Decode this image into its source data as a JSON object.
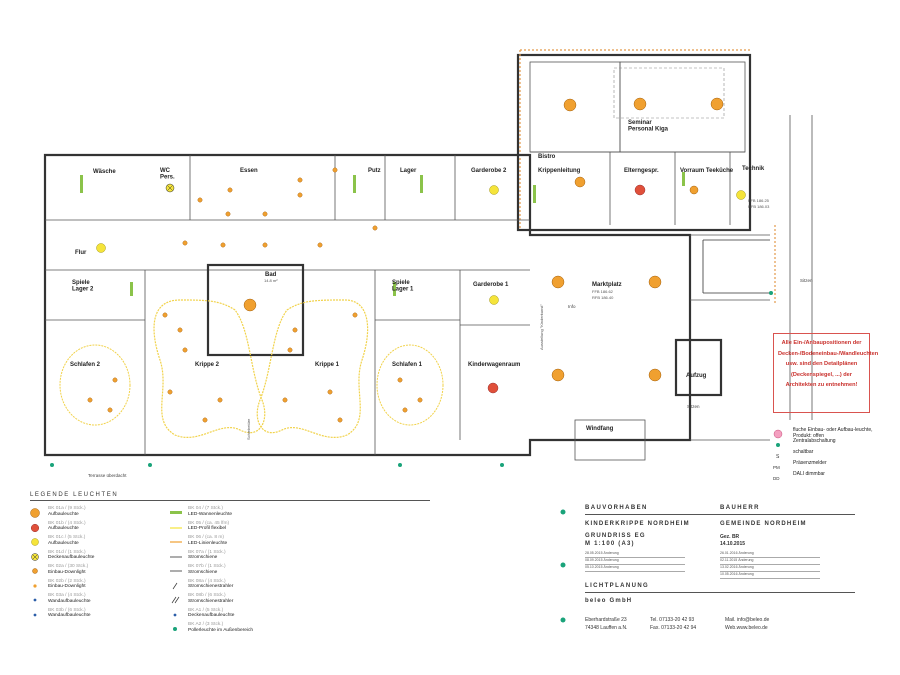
{
  "rooms": {
    "waesche": "Wäsche",
    "wc_pers": "WC\nPers.",
    "essen": "Essen",
    "putz": "Putz",
    "lager": "Lager",
    "garderobe2": "Garderobe 2",
    "bistro": "Bistro",
    "krippenleitung": "Krippenleitung",
    "elterngespr": "Elterngespr.",
    "vorraum_teekueche": "Vorraum Teeküche",
    "technik": "Technik",
    "seminar": "Seminar\nPersonal Kiga",
    "flur": "Flur",
    "spiele_lager2": "Spiele\nLager 2",
    "bad": "Bad",
    "bad_area": "14.8 m²",
    "spiele_lager1": "Spiele\nLager 1",
    "garderobe1": "Garderobe 1",
    "marktplatz": "Marktplatz",
    "marktplatz_ffb": "FFB 186.62",
    "marktplatz_rfb": "RFB 186.40",
    "info": "Info",
    "schlafen2": "Schlafen 2",
    "krippe2": "Krippe 2",
    "krippe1": "Krippe 1",
    "schlafen1": "Schlafen 1",
    "kinderwagenraum": "Kinderwagenraum",
    "aufzug": "Aufzug",
    "windfang": "Windfang",
    "sitzen": "Sitzen",
    "sitzen2": "Sitzen",
    "terrasse": "Terrasse überdacht",
    "schiebetuere": "Schiebetüre",
    "ausstellung": "Ausstellung \"Kinderkunst\"",
    "technik_ffb": "FFB 186.25",
    "technik_rfb": "RFB 186.03"
  },
  "note": "Alle Ein-/Anbaupositionen der Decken-/Bodeneinbau-/Wandleuchten usw. sind den Detailplänen (Deckenspiegel, ...) der Architekten zu entnehmen!",
  "side_legend": [
    {
      "sym": "pink-circle",
      "text": "fluche Einbau- oder Aufbau-leuchte, Produkt: offen"
    },
    {
      "sym": "green-dot",
      "text": "Zentralabschaltung"
    },
    {
      "sym": "s",
      "text": "schaltbar"
    },
    {
      "sym": "pm",
      "text": "Präsenzmelder"
    },
    {
      "sym": "dd",
      "text": "DALI dimmbar"
    }
  ],
  "legend": {
    "title": "LEGENDE LEUCHTEN",
    "left": [
      {
        "sym": "orange-big",
        "code": "BK 01a / (9 Stck.)",
        "desc": "Aufbauleuchte"
      },
      {
        "sym": "orange-med",
        "code": "BK 01b / (4 Stck.)",
        "desc": "Aufbauleuchte"
      },
      {
        "sym": "yellow",
        "code": "BK 01c / (5 Stck.)",
        "desc": "Aufbauleuchte"
      },
      {
        "sym": "yellow-x",
        "code": "BK 01d / (1 Stck.)",
        "desc": "Deckenaufbauleuchte"
      },
      {
        "sym": "orange-small",
        "code": "BK 02a / (30 Stck.)",
        "desc": "Einbau-Downlight"
      },
      {
        "sym": "orange-dot",
        "code": "BK 02b / (2 Stck.)",
        "desc": "Einbau-Downlight"
      },
      {
        "sym": "blue-dot",
        "code": "BK 03a / (4 Stck.)",
        "desc": "Wandaufbauleuchte"
      },
      {
        "sym": "blue-dot",
        "code": "BK 03b / (6 Stck.)",
        "desc": "Wandaufbauleuchte"
      }
    ],
    "right": [
      {
        "sym": "green-bar",
        "code": "BK 04 / (7 Stck.)",
        "desc": "LED-Wannenleuchte"
      },
      {
        "sym": "yellow-line",
        "code": "BK 05 / (ca. 45 lfm)",
        "desc": "LED-Profil flexibel"
      },
      {
        "sym": "orange-line",
        "code": "BK 06 / (ca. 8 m)",
        "desc": "LED-Linienleuchte"
      },
      {
        "sym": "black-line",
        "code": "BK 07a / (1 Stck.)",
        "desc": "Stromschiene"
      },
      {
        "sym": "black-line",
        "code": "BK 07b / (1 Stck.)",
        "desc": "Stromschiene"
      },
      {
        "sym": "tick",
        "code": "BK 08a / (4 Stck.)",
        "desc": "Stromschienestrahler"
      },
      {
        "sym": "tick2",
        "code": "BK 08b / (6 Stck.)",
        "desc": "Stromschienestrahler"
      },
      {
        "sym": "blue-dot",
        "code": "BK A1 / (5 Stck.)",
        "desc": "Deckenaufbauleuchte"
      },
      {
        "sym": "teal-dot",
        "code": "BK A2 / (3 Stck.)",
        "desc": "Pollerleuchte im Außenbereich"
      }
    ]
  },
  "title_block": {
    "bauvorhaben": "BAUVORHABEN",
    "bauherr": "BAUHERR",
    "project": "KINDERKRIPPE NORDHEIM",
    "client": "GEMEINDE NORDHEIM",
    "plan": "GRUNDRISS EG",
    "scale": "M 1:100 (A3)",
    "gez": "Gez. BR",
    "date": "14.10.2015",
    "lichtplanung": "LICHTPLANUNG",
    "company": "beleo GmbH",
    "street": "Eberhardstraße 23",
    "city": "74348 Lauffen a.N.",
    "tel": "Tel. 07133-20 42 93",
    "fax": "Fax. 07133-20 42 94",
    "mail": "Mail. info@beleo.de",
    "web": "Web.www.beleo.de",
    "revisions_left": [
      "28.05.2015 Änderung",
      "08.09.2015 Änderung",
      "05.10.2015 Änderung"
    ],
    "revisions_right": [
      "26.01.2016 Änderung",
      "02.11.2015 Änderung",
      "13.02.2016 Änderung",
      "10.05.2016 Änderung"
    ]
  },
  "colors": {
    "orange": "#f0a030",
    "yellow": "#f5e43a",
    "green": "#8bc34a",
    "red": "#e0503a",
    "teal": "#1aa37a",
    "pink": "#f4a0c0",
    "accent_line": "#e39a4b"
  }
}
